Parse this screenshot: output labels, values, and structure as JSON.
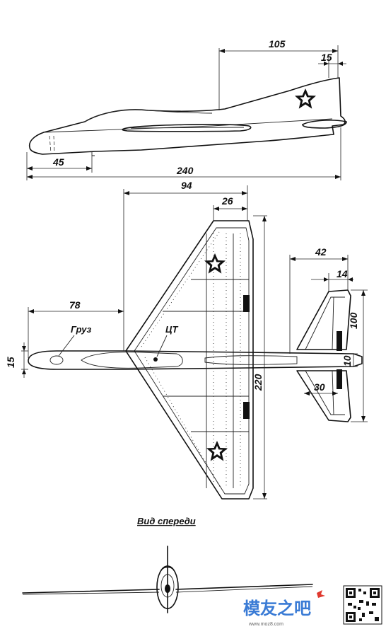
{
  "dimensions": {
    "side_top": "105",
    "side_fin": "15",
    "side_nose": "45",
    "side_total": "240",
    "plan_span": "94",
    "plan_tip": "26",
    "plan_ht": "42",
    "plan_ht_tip": "14",
    "plan_nose": "78",
    "plan_ht_span": "100",
    "plan_fuse": "15",
    "plan_ht_root": "10",
    "plan_ht_chord": "30",
    "plan_wing_span": "220"
  },
  "labels": {
    "weight": "Груз",
    "cg": "ЦТ",
    "front_view": "Вид спереди"
  },
  "watermark": {
    "brand": "模友之吧",
    "url": "www.moz8.com"
  },
  "colors": {
    "ink": "#111111",
    "watermark_blue": "#3a7bd5",
    "watermark_red": "#e03a2f"
  },
  "icons": {
    "star": "red-star-insignia",
    "qr": "qr-code"
  }
}
